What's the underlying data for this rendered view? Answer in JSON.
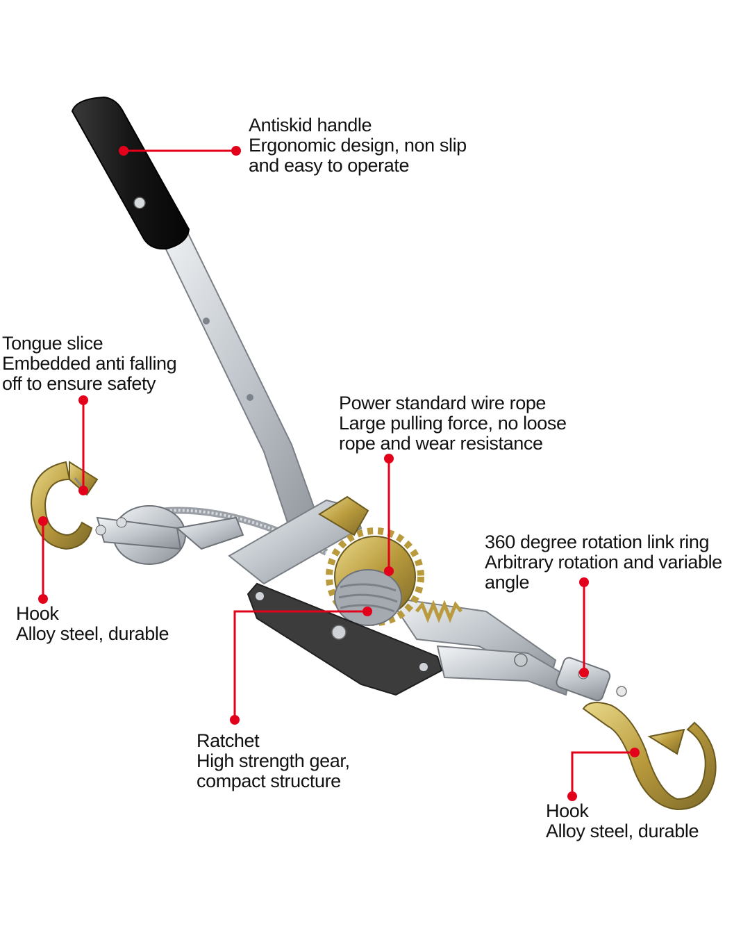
{
  "colors": {
    "callout": "#e3001b",
    "steel": "#c9ced4",
    "handle": "#141414",
    "plate": "#3a3a3a",
    "zinc": "#c9a640"
  },
  "callouts": {
    "handle": {
      "title": "Antiskid handle",
      "line1": "Ergonomic design, non slip",
      "line2": "and easy to operate"
    },
    "tongue_slice": {
      "title": "Tongue slice",
      "line1": "Embedded anti falling",
      "line2": "off to ensure safety"
    },
    "wire_rope": {
      "title": "Power standard wire rope",
      "line1": "Large pulling force, no loose",
      "line2": "rope and wear resistance"
    },
    "link_ring": {
      "title": "360 degree rotation link ring",
      "line1": "Arbitrary rotation and variable",
      "line2": "angle"
    },
    "hook_left": {
      "title": "Hook",
      "line1": "Alloy steel, durable"
    },
    "ratchet": {
      "title": "Ratchet",
      "line1": "High strength gear,",
      "line2": "compact structure"
    },
    "hook_right": {
      "title": "Hook",
      "line1": "Alloy steel, durable"
    }
  }
}
